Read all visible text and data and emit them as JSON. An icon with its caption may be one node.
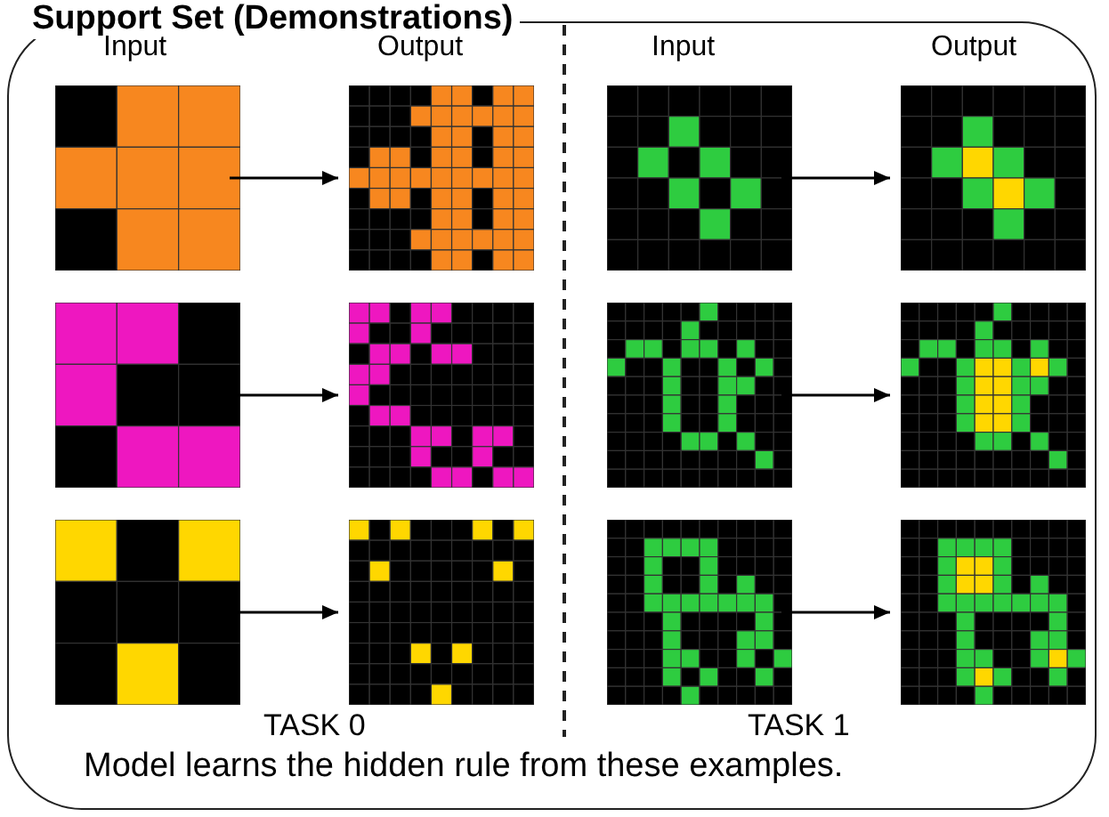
{
  "diagram": {
    "nodes": [
      {
        "text": [
          "Support Set (Demonstrations)",
          "Model learns the hidden rule from these examples."
        ]
      },
      {
        "text": [],
        "shape": "grid",
        "in": 0
      },
      {
        "text": [],
        "shape": "grid",
        "in": 0
      },
      {
        "text": [],
        "shape": "grid",
        "in": 0
      },
      {
        "text": [],
        "shape": "grid",
        "in": 0
      },
      {
        "text": [],
        "shape": "grid",
        "in": 0
      },
      {
        "text": [],
        "shape": "grid",
        "in": 0
      },
      {
        "text": [],
        "shape": "grid",
        "in": 0
      },
      {
        "text": [],
        "shape": "grid",
        "in": 0
      },
      {
        "text": [],
        "shape": "grid",
        "in": 0
      },
      {
        "text": [],
        "shape": "grid",
        "in": 0
      },
      {
        "text": [],
        "shape": "grid",
        "in": 0
      },
      {
        "text": [],
        "shape": "grid",
        "in": 0
      }
    ],
    "edges": [
      {
        "from": 1,
        "to": 2,
        "arrow": "to"
      },
      {
        "from": 3,
        "to": 4,
        "arrow": "to"
      },
      {
        "from": 5,
        "to": 6,
        "arrow": "to"
      },
      {
        "from": 7,
        "to": 8,
        "arrow": "to"
      },
      {
        "from": 9,
        "to": 10,
        "arrow": "to"
      },
      {
        "from": 11,
        "to": 12,
        "arrow": "to"
      }
    ],
    "labels": [
      "Input",
      "Output",
      "Input",
      "Output",
      "TASK 0",
      "TASK 1"
    ]
  }
}
